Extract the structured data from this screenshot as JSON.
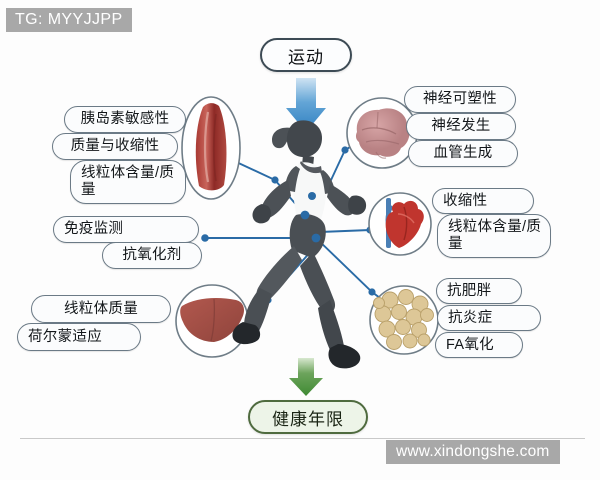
{
  "diagram": {
    "title_node": {
      "label": "运动"
    },
    "outcome_node": {
      "label": "健康年限"
    },
    "center_figure": {
      "name": "running-woman-silhouette"
    },
    "arrows": {
      "top": {
        "name": "blue-down-arrow",
        "color": "#2f7fc0"
      },
      "bottom": {
        "name": "green-down-arrow",
        "color": "#3f8a33"
      }
    },
    "connector_color": "#2a6ba6",
    "clusters": [
      {
        "id": "muscle",
        "icon": "muscle-icon",
        "icon_shape": "ellipse",
        "icon_color": "#9e3430",
        "labels": [
          "胰岛素敏感性",
          "质量与收缩性",
          "线粒体含量/质量"
        ]
      },
      {
        "id": "brain",
        "icon": "brain-icon",
        "icon_shape": "circle",
        "icon_color": "#c08a8c",
        "labels": [
          "神经可塑性",
          "神经发生",
          "血管生成"
        ]
      },
      {
        "id": "heart",
        "icon": "heart-icon",
        "icon_shape": "circle",
        "icon_color": "#c0352e",
        "labels": [
          "收缩性",
          "线粒体含量/质量"
        ]
      },
      {
        "id": "adipose",
        "icon": "fat-cells-icon",
        "icon_shape": "circle",
        "icon_color": "#d9c38b",
        "labels": [
          "抗肥胖",
          "抗炎症",
          "FA氧化"
        ]
      },
      {
        "id": "immune",
        "icon": "none",
        "icon_shape": "none",
        "icon_color": "",
        "labels": [
          "免疫监测",
          "抗氧化剂"
        ]
      },
      {
        "id": "liver",
        "icon": "liver-icon",
        "icon_shape": "circle",
        "icon_color": "#a9534a",
        "labels": [
          "线粒体质量",
          "荷尔蒙适应"
        ]
      }
    ]
  },
  "watermarks": {
    "top_left": "TG: MYYJJPP",
    "bottom_right": "www.xindongshe.com"
  }
}
